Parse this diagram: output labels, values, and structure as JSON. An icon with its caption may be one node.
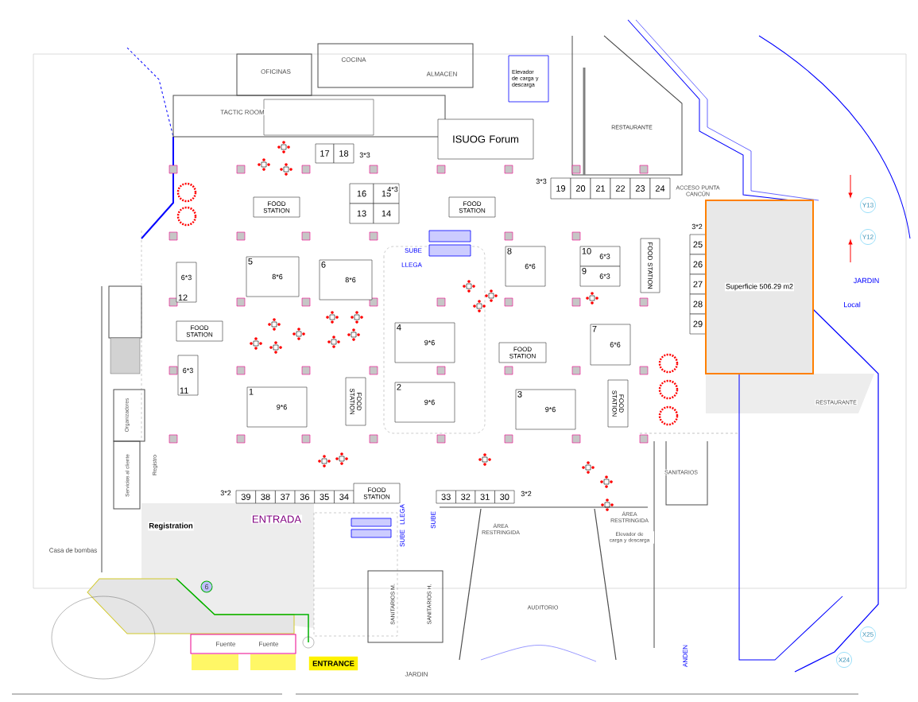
{
  "diagram": {
    "nodes": [
      {
        "text": [
          "ISUOG Forum"
        ]
      },
      {
        "text": [
          "Elevador de carga y descarga"
        ]
      },
      {
        "text": [
          "17"
        ]
      },
      {
        "text": [
          "18"
        ],
        "beside": [
          "3*3"
        ]
      },
      {
        "text": [
          "16"
        ]
      },
      {
        "text": [
          "15"
        ]
      },
      {
        "text": [
          "13"
        ]
      },
      {
        "text": [
          "14"
        ]
      },
      {
        "text": [
          "19"
        ],
        "beside": [
          "3*3"
        ]
      },
      {
        "text": [
          "20"
        ]
      },
      {
        "text": [
          "21"
        ]
      },
      {
        "text": [
          "22"
        ]
      },
      {
        "text": [
          "23"
        ]
      },
      {
        "text": [
          "24"
        ]
      },
      {
        "text": [
          "FOOD STATION"
        ]
      },
      {
        "text": [
          "FOOD STATION"
        ]
      },
      {
        "text": [
          "25"
        ],
        "beside": [
          "3*2"
        ]
      },
      {
        "text": [
          "26"
        ]
      },
      {
        "text": [
          "27"
        ]
      },
      {
        "text": [
          "28"
        ]
      },
      {
        "text": [
          "29"
        ]
      },
      {
        "text": [
          "8",
          "6*6"
        ]
      },
      {
        "text": [
          "10",
          "6*3"
        ]
      },
      {
        "text": [
          "9",
          "6*3"
        ]
      },
      {
        "text": [
          "FOOD STATION"
        ]
      },
      {
        "text": [
          "5",
          "8*6"
        ]
      },
      {
        "text": [
          "6",
          "8*6"
        ]
      },
      {
        "text": [
          "6*3",
          "12"
        ]
      },
      {
        "text": [
          "Superficie 506.29 m2"
        ]
      },
      {
        "text": [
          "FOOD STATION"
        ]
      },
      {
        "text": [
          "4",
          "9*6"
        ]
      },
      {
        "text": [
          "7",
          "6*6"
        ]
      },
      {
        "text": [
          "FOOD STATION"
        ]
      },
      {
        "text": [
          "6*3",
          "11"
        ]
      },
      {
        "text": [
          "FOOD STATION"
        ]
      },
      {
        "text": [
          "FOOD STATION"
        ]
      },
      {
        "text": [
          "2",
          "9*6"
        ]
      },
      {
        "text": [
          "1",
          "9*6"
        ]
      },
      {
        "text": [
          "3",
          "9*6"
        ]
      },
      {
        "text": [
          "39"
        ],
        "beside": [
          "3*2"
        ]
      },
      {
        "text": [
          "38"
        ]
      },
      {
        "text": [
          "37"
        ]
      },
      {
        "text": [
          "36"
        ]
      },
      {
        "text": [
          "35"
        ]
      },
      {
        "text": [
          "34"
        ]
      },
      {
        "text": [
          "FOOD STATION"
        ]
      },
      {
        "text": [
          "33"
        ]
      },
      {
        "text": [
          "32"
        ]
      },
      {
        "text": [
          "31"
        ]
      },
      {
        "text": [
          "30"
        ],
        "beside": [
          "3*2"
        ]
      },
      {
        "text": [
          "ENTRANCE"
        ]
      }
    ],
    "labels": [
      "COCINA",
      "OFICINAS",
      "ALMACEN",
      "TACTIC ROOM",
      "RESTAURANTE",
      "4*3",
      "ACCESO PUNTA CANCÚN",
      "Y13",
      "Y12",
      "SUBE",
      "LLEGA",
      "JARDIN",
      "Local",
      "RESTAURANTE",
      "Organizadores",
      "SANITARIOS",
      "Registro",
      "Servicios al cliente",
      "ÁREA RESTRINGIDA",
      "LLEGA",
      "SUBE",
      "SUBE",
      "ENTRADA",
      "Registration",
      "ÁREA RESTRINGIDA",
      "Elevador de carga y descarga",
      "Casa de bombas",
      "6",
      "SANITARIOS M.",
      "SANITARIOS H.",
      "AUDITORIO",
      "X25",
      "Fuente",
      "Fuente",
      "X24",
      "ANDEN",
      "JARDIN"
    ]
  }
}
